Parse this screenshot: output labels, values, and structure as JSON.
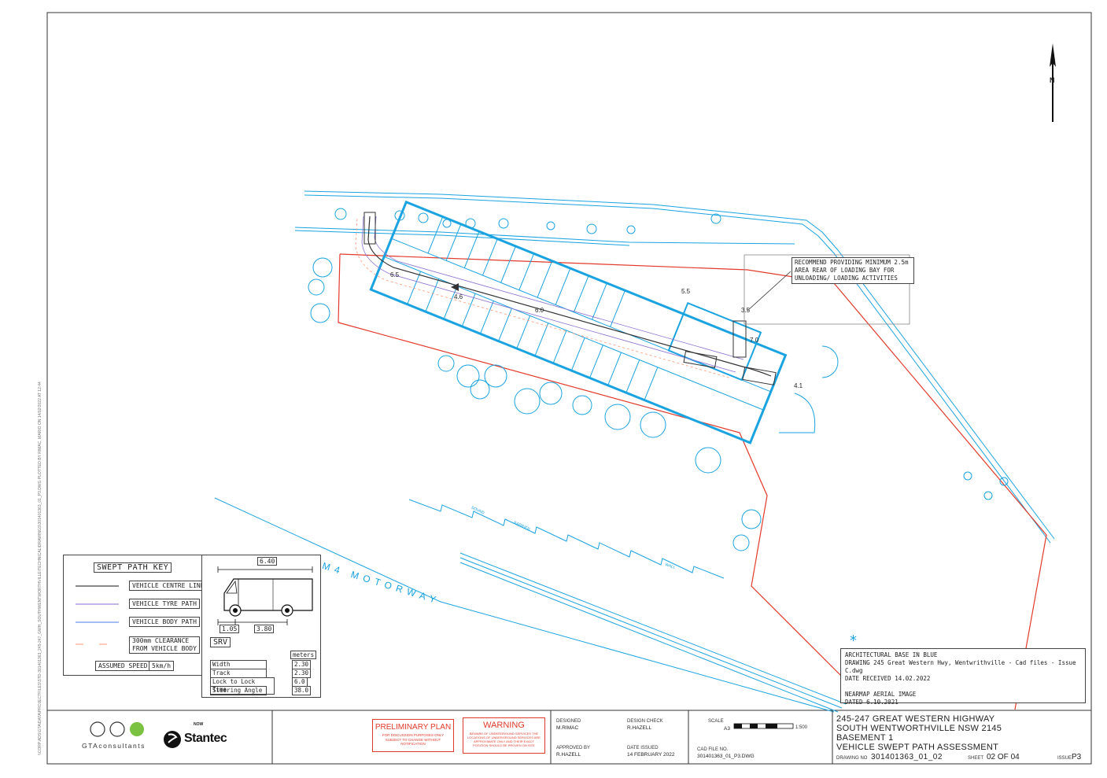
{
  "site": {
    "motorway_label": "M4 MOTORWAY",
    "sound_label": "SOUND",
    "barrier_label": "BARRIER",
    "wall_label": "WALL",
    "north_label": "N"
  },
  "dimensions": [
    "6.5",
    "4.6",
    "6.0",
    "5.5",
    "3.5",
    "7.0",
    "4.1"
  ],
  "callout": {
    "lines": [
      "RECOMMEND PROVIDING MINIMUM 2.5m",
      "AREA REAR OF LOADING BAY FOR",
      "UNLOADING/ LOADING ACTIVITIES"
    ]
  },
  "base_note": {
    "lines": [
      "ARCHITECTURAL BASE IN BLUE",
      "DRAWING 245 Great Western Hwy, Wentwrithville - Cad files - Issue C.dwg",
      "DATE RECEIVED 14.02.2022",
      "",
      "NEARMAP AERIAL IMAGE",
      "DATED 6.10.2021"
    ]
  },
  "key": {
    "title": "SWEPT PATH KEY",
    "items": [
      "VEHICLE CENTRE LINE",
      "VEHICLE TYRE PATH",
      "VEHICLE BODY PATH",
      "300mm CLEARANCE\nFROM VEHICLE BODY"
    ],
    "speed_label": "ASSUMED SPEED",
    "speed_value": "5km/h"
  },
  "vehicle": {
    "length": "6.40",
    "overhang": "1.05",
    "wheelbase": "3.80",
    "name": "SRV",
    "units": "meters",
    "specs": [
      {
        "label": "Width",
        "value": "2.30"
      },
      {
        "label": "Track",
        "value": "2.30"
      },
      {
        "label": "Lock to Lock Time",
        "value": "6.0"
      },
      {
        "label": "Steering Angle",
        "value": "38.0"
      }
    ]
  },
  "title_block": {
    "company": "GTAconsultants",
    "now": "NOW",
    "brand": "Stantec",
    "prelim_title": "PRELIMINARY PLAN",
    "prelim_sub": "FOR DISCUSSION PURPOSES ONLY SUBJECT TO CHANGE WITHOUT NOTIFICATION",
    "warning_title": "WARNING",
    "warning_sub": "BEWARE OF UNDERGROUND SERVICES THE LOCATIONS OF UNDERGROUND SERVICES ARE APPROXIMATE ONLY AND THEIR EXACT POSITION SHOULD BE PROVEN ON SITE",
    "designed_label": "DESIGNED",
    "designed_by": "M.RIMAC",
    "check_label": "DESIGN CHECK",
    "check_by": "R.HAZELL",
    "approved_label": "APPROVED BY",
    "approved_by": "R.HAZELL",
    "issued_label": "DATE ISSUED",
    "issued_date": "14 FEBRUARY 2022",
    "scale_label": "SCALE",
    "scale_size": "A3",
    "scale_ratio": "1:500",
    "cad_label": "CAD FILE NO.",
    "cad_file": "301401363_01_P3.DWG",
    "project_lines": [
      "245-247 GREAT WESTERN HIGHWAY",
      "SOUTH WENTWORTHVILLE NSW 2145",
      "BASEMENT 1",
      "VEHICLE SWEPT PATH ASSESSMENT"
    ],
    "drawing_label": "DRAWING NO",
    "drawing_no": "301401363_01_02",
    "sheet_label": "SHEET",
    "sheet_no": "02 OF 04",
    "issue_label": "ISSUE",
    "issue_no": "P3"
  },
  "side_path": "\\\\CORP.ADS\\GTA\\DATA\\PROJECTFILES\\STD-301401363_245-247_GWH_SOUTHWENTWORTHVILLE\\TECHNICAL\\DRAWINGS\\301401363_01_P3.DWG   PLOTTED BY RIMAC, MARIO ON 14/02/2022 AT 12:44"
}
